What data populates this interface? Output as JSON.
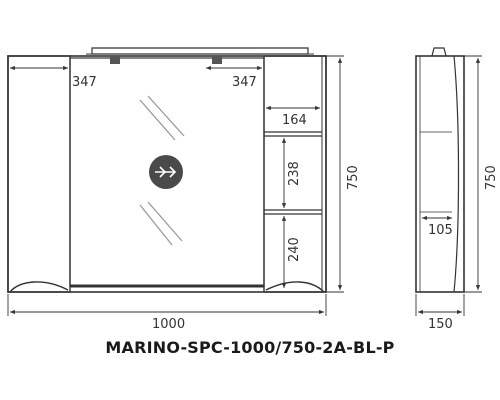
{
  "dimensions": {
    "door_left_width": "347",
    "door_right_width": "347",
    "shelf_width": "164",
    "shelf_upper_height": "238",
    "shelf_lower_height": "240",
    "total_height": "750",
    "total_width": "1000",
    "side_height": "750",
    "side_depth": "150",
    "side_inner_depth": "105"
  },
  "model_code": "MARINO-SPC-1000/750-2A-BL-P",
  "colors": {
    "line": "#333333",
    "shade": "#9a9a9a",
    "thin": "#888888"
  }
}
